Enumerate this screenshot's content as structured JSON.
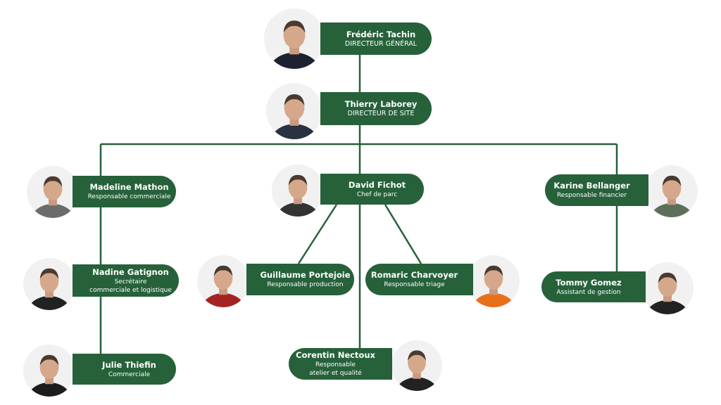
{
  "colors": {
    "accent": "#26613a"
  },
  "people": [
    {
      "id": "frederic",
      "name": "Frédéric Tachin",
      "role": "DIRECTEUR GÉNÉRAL"
    },
    {
      "id": "thierry",
      "name": "Thierry Laborey",
      "role": "DIRECTEUR DE SITE"
    },
    {
      "id": "madeline",
      "name": "Madeline Mathon",
      "role": "Responsable commerciale"
    },
    {
      "id": "nadine",
      "name": "Nadine Gatignon",
      "role": "Secrétaire",
      "role2": "commerciale et logistique"
    },
    {
      "id": "julie",
      "name": "Julie Thiefin",
      "role": "Commerciale"
    },
    {
      "id": "david",
      "name": "David Fichot",
      "role": "Chef de parc"
    },
    {
      "id": "guillaume",
      "name": "Guillaume  Portejoie",
      "role": "Responsable production"
    },
    {
      "id": "romaric",
      "name": "Romaric Charvoyer",
      "role": "Responsable triage"
    },
    {
      "id": "corentin",
      "name": "Corentin Nectoux",
      "role": "Responsable",
      "role2": "atelier et qualité"
    },
    {
      "id": "karine",
      "name": "Karine Bellanger",
      "role": "Responsable financier"
    },
    {
      "id": "tommy",
      "name": "Tommy Gomez",
      "role": "Assistant de gestion"
    }
  ]
}
